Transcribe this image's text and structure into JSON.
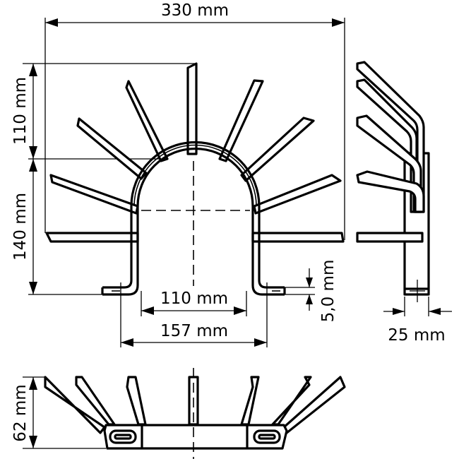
{
  "drawing": {
    "title": "Heat sink technical drawing",
    "views": [
      "front-view",
      "side-view",
      "top-view"
    ],
    "line_color": "#000000",
    "background": "#ffffff"
  },
  "dimensions": {
    "overall_width": "330 mm",
    "fin_height": "110 mm",
    "base_height": "140 mm",
    "inner_width": "110 mm",
    "foot_span": "157 mm",
    "material_thickness": "5,0 mm",
    "depth": "25 mm",
    "top_view_height": "62 mm"
  },
  "front_view": {
    "fin_count": 9,
    "center_marks": true
  },
  "side_view": {
    "fin_count": 5
  },
  "top_view": {
    "fin_count": 7,
    "mounting_slots": 2
  }
}
